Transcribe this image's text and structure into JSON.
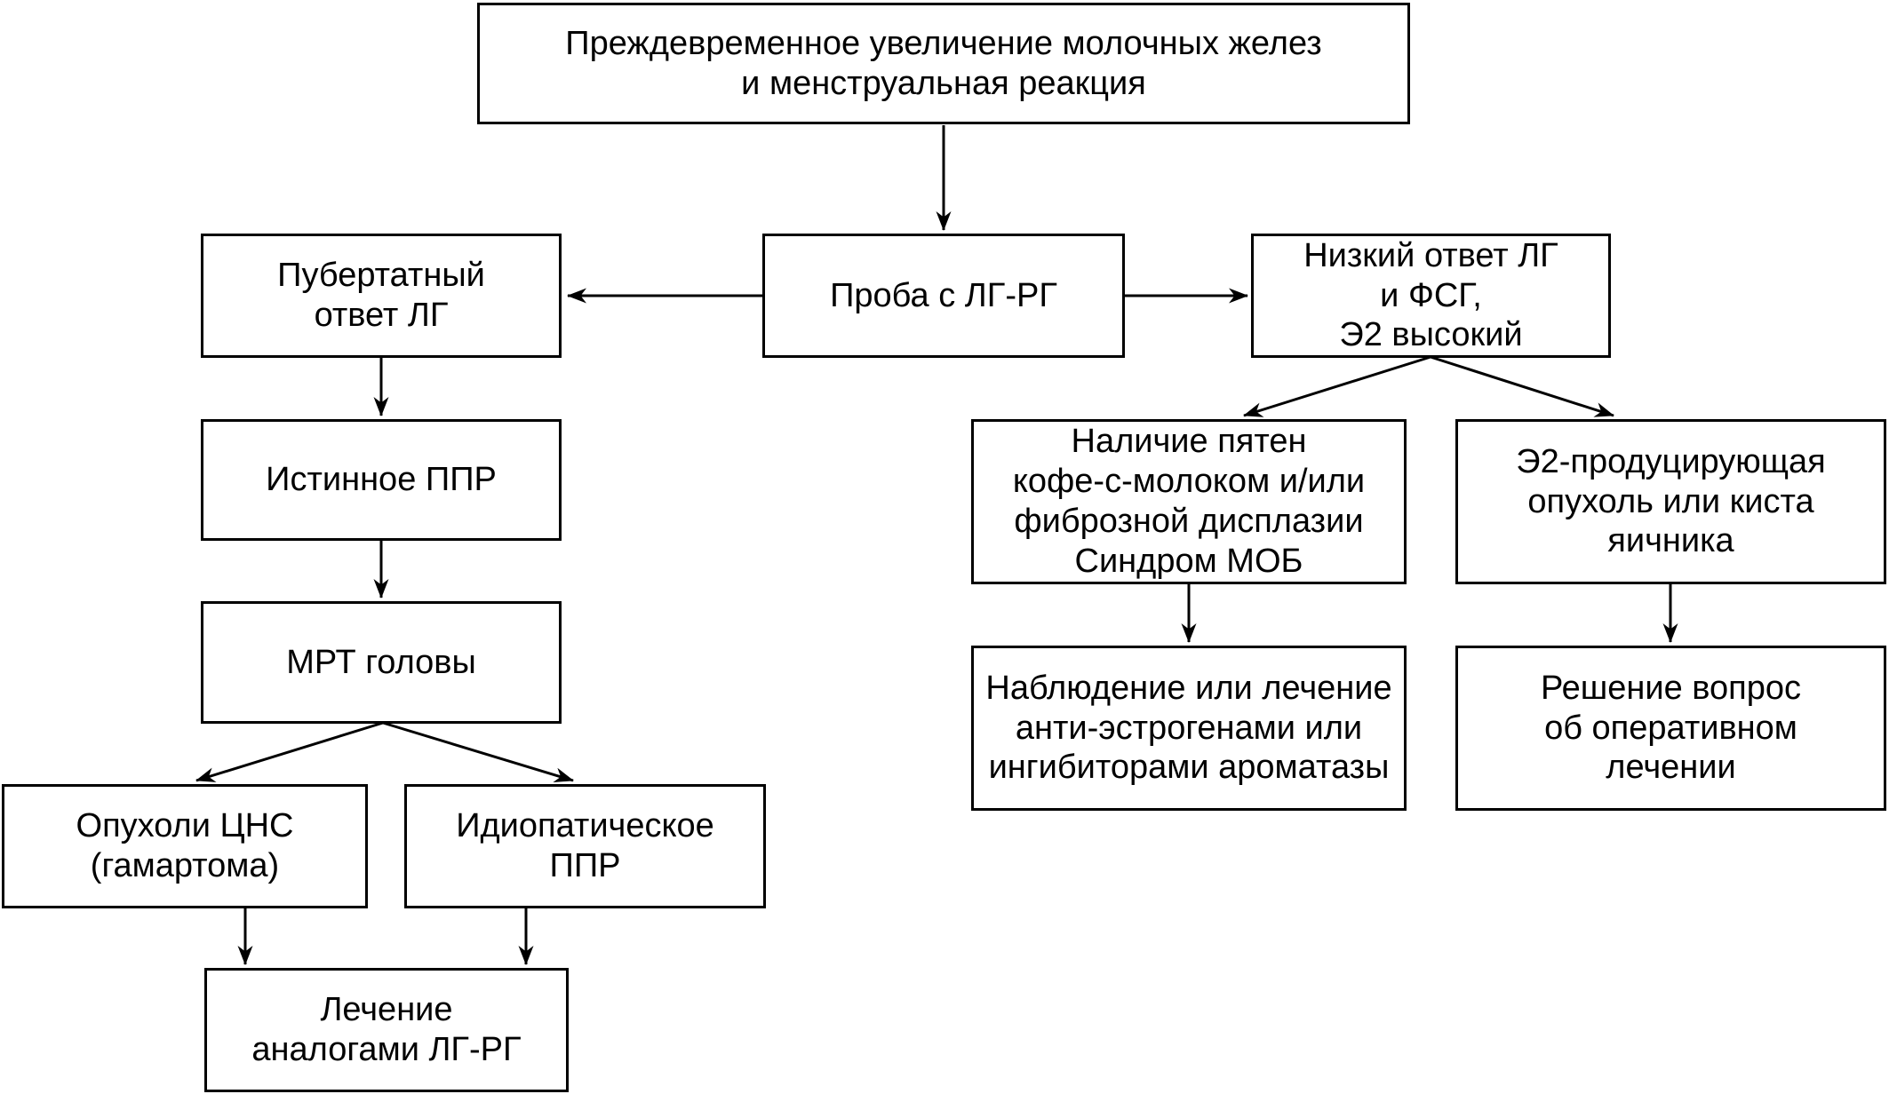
{
  "diagram": {
    "type": "flowchart",
    "language": "ru",
    "nodes": {
      "start": {
        "text": "Преждевременное увеличение молочных желез\nи менструальная реакция"
      },
      "lhrh_test": {
        "text": "Проба с ЛГ-РГ"
      },
      "pubertal_lh": {
        "text": "Пубертатный\nответ ЛГ"
      },
      "low_lh_fsh_high_e2": {
        "text": "Низкий ответ ЛГ\nи ФСГ,\nЭ2 высокий"
      },
      "true_ppr": {
        "text": "Истинное ППР"
      },
      "brain_mri": {
        "text": "МРТ головы"
      },
      "cns_tumors": {
        "text": "Опухоли ЦНС\n(гамартома)"
      },
      "idiopathic_ppr": {
        "text": "Идиопатическое\nППР"
      },
      "lhrh_analog_treatment": {
        "text": "Лечение\nаналогами ЛГ-РГ"
      },
      "cafe_au_lait_mob": {
        "text": "Наличие пятен\nкофе-с-молоком и/или\nфиброзной дисплазии\nСиндром МОБ"
      },
      "e2_tumor_cyst": {
        "text": "Э2-продуцирующая\nопухоль или киста\nяичника"
      },
      "observation_antiestrogens": {
        "text": "Наблюдение или лечение\nанти-эстрогенами или\nингибиторами ароматазы"
      },
      "surgical_decision": {
        "text": "Решение вопрос\nоб оперативном\nлечении"
      }
    },
    "edges": [
      {
        "from": "start",
        "to": "lhrh_test"
      },
      {
        "from": "lhrh_test",
        "to": "pubertal_lh"
      },
      {
        "from": "lhrh_test",
        "to": "low_lh_fsh_high_e2"
      },
      {
        "from": "pubertal_lh",
        "to": "true_ppr"
      },
      {
        "from": "true_ppr",
        "to": "brain_mri"
      },
      {
        "from": "brain_mri",
        "to": "cns_tumors"
      },
      {
        "from": "brain_mri",
        "to": "idiopathic_ppr"
      },
      {
        "from": "cns_tumors",
        "to": "lhrh_analog_treatment"
      },
      {
        "from": "idiopathic_ppr",
        "to": "lhrh_analog_treatment"
      },
      {
        "from": "low_lh_fsh_high_e2",
        "to": "cafe_au_lait_mob"
      },
      {
        "from": "low_lh_fsh_high_e2",
        "to": "e2_tumor_cyst"
      },
      {
        "from": "cafe_au_lait_mob",
        "to": "observation_antiestrogens"
      },
      {
        "from": "e2_tumor_cyst",
        "to": "surgical_decision"
      }
    ],
    "colors": {
      "line": "#000000",
      "text": "#000000",
      "box_background": "#ffffff",
      "page_background": "#ffffff"
    }
  }
}
